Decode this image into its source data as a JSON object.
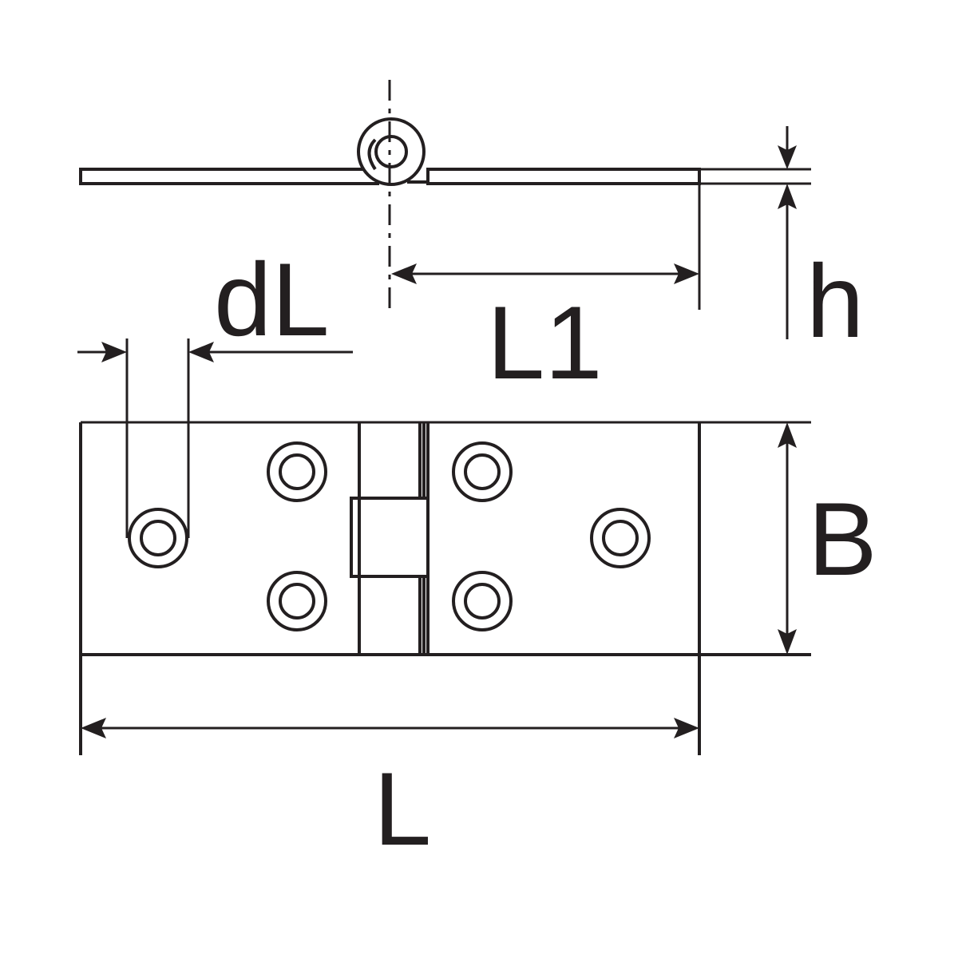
{
  "diagram": {
    "labels": {
      "dL": "dL",
      "L1": "L1",
      "h": "h",
      "B": "B",
      "L": "L"
    },
    "colors": {
      "line": "#231f20",
      "background": "#ffffff"
    }
  }
}
